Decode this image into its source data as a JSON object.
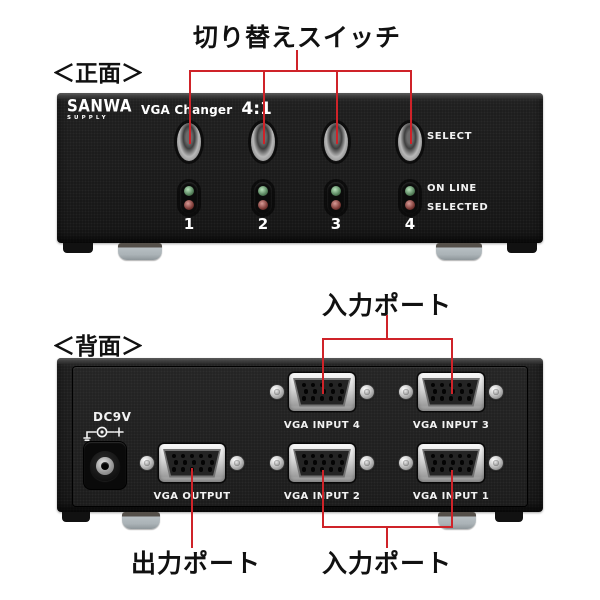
{
  "colors": {
    "annotation_red": "#cf2329",
    "case_black": "#191919",
    "background": "#ffffff"
  },
  "front": {
    "section_label": "＜正面＞",
    "callout_switch": "切り替えスイッチ",
    "brand": "SANWA",
    "brand_sub": "SUPPLY",
    "model": "VGA Changer",
    "model_ratio": "4:1",
    "select_label": "SELECT",
    "online_label": "ON LINE",
    "selected_label": "SELECTED",
    "channels": [
      "1",
      "2",
      "3",
      "4"
    ]
  },
  "rear": {
    "section_label": "＜背面＞",
    "callout_input_top": "入力ポート",
    "callout_output": "出力ポート",
    "callout_input_bottom": "入力ポート",
    "power_label": "DC9V",
    "ports": {
      "input4": "VGA INPUT 4",
      "input3": "VGA INPUT 3",
      "output": "VGA OUTPUT",
      "input2": "VGA INPUT 2",
      "input1": "VGA INPUT 1"
    }
  }
}
